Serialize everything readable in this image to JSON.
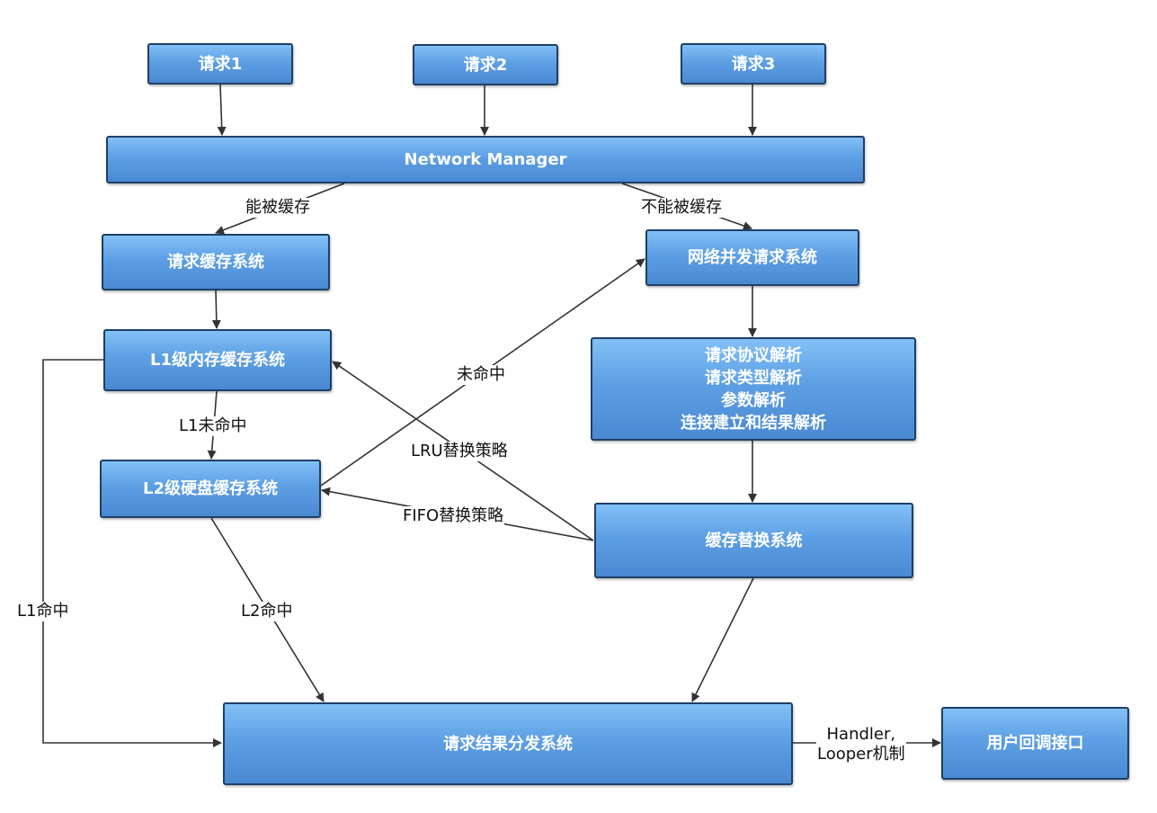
{
  "nodes": {
    "req1": "请求1",
    "req2": "请求2",
    "req3": "请求3",
    "network_manager": "Network Manager",
    "cache_system": "请求缓存系统",
    "concurrent_system": "网络并发请求系统",
    "l1_cache": "L1级内存缓存系统",
    "l2_cache": "L2级硬盘缓存系统",
    "parse_lines": [
      "请求协议解析",
      "请求类型解析",
      "参数解析",
      "连接建立和结果解析"
    ],
    "replace_system": "缓存替换系统",
    "dispatch_system": "请求结果分发系统",
    "callback": "用户回调接口"
  },
  "edges": {
    "cacheable": "能被缓存",
    "not_cacheable": "不能被缓存",
    "l1_miss": "L1未命中",
    "miss": "未命中",
    "lru": "LRU替换策略",
    "fifo": "FIFO替换策略",
    "l1_hit": "L1命中",
    "l2_hit": "L2命中",
    "handler_line1": "Handler,",
    "handler_line2": "Looper机制"
  },
  "colors": {
    "box_top": "#82c0f6",
    "box_bottom": "#4a89d2",
    "box_border": "#1e3f66",
    "arrow": "#333333"
  }
}
